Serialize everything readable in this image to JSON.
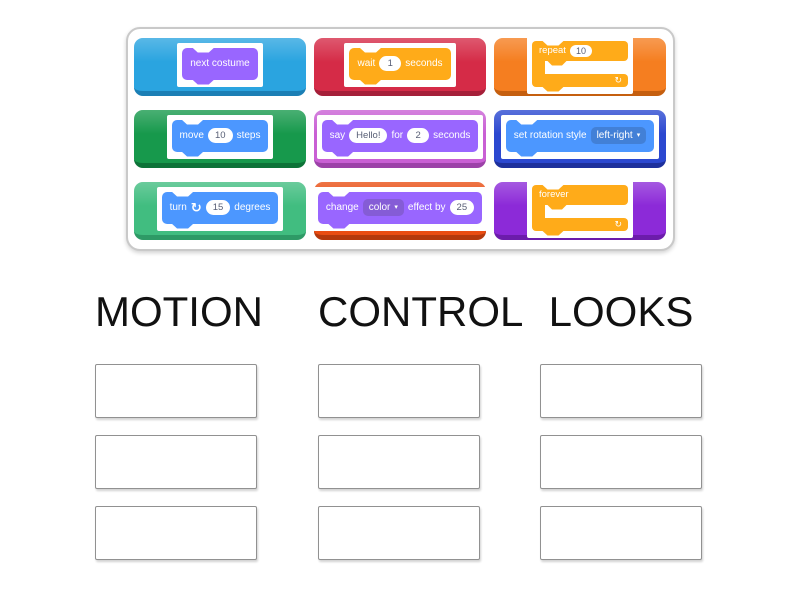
{
  "tray": {
    "tiles": [
      {
        "id": "next-costume",
        "tile_color": "#2aa4e0",
        "tile_color_dark": "#1b7fb5",
        "block": {
          "shape": "stack",
          "color": "#9966FF",
          "parts": [
            {
              "t": "text",
              "v": "next costume"
            }
          ]
        }
      },
      {
        "id": "wait-1-seconds",
        "tile_color": "#d52b47",
        "tile_color_dark": "#a51f39",
        "block": {
          "shape": "stack",
          "color": "#FFAB19",
          "parts": [
            {
              "t": "text",
              "v": "wait"
            },
            {
              "t": "oval",
              "v": "1"
            },
            {
              "t": "text",
              "v": "seconds"
            }
          ]
        }
      },
      {
        "id": "repeat-10",
        "tile_color": "#f57e20",
        "tile_color_dark": "#c55f0f",
        "block": {
          "shape": "c",
          "color": "#FFAB19",
          "loop_icon": "↻",
          "parts": [
            {
              "t": "text",
              "v": "repeat"
            },
            {
              "t": "oval",
              "v": "10"
            }
          ]
        }
      },
      {
        "id": "move-10-steps",
        "tile_color": "#17994c",
        "tile_color_dark": "#0d7338",
        "block": {
          "shape": "stack",
          "color": "#4C97FF",
          "parts": [
            {
              "t": "text",
              "v": "move"
            },
            {
              "t": "oval",
              "v": "10"
            },
            {
              "t": "text",
              "v": "steps"
            }
          ]
        }
      },
      {
        "id": "say-hello-for-2-seconds",
        "tile_color": "#c95fd4",
        "tile_color_dark": "#9c41a8",
        "block": {
          "shape": "stack",
          "color": "#9966FF",
          "parts": [
            {
              "t": "text",
              "v": "say"
            },
            {
              "t": "oval",
              "v": "Hello!"
            },
            {
              "t": "text",
              "v": "for"
            },
            {
              "t": "oval",
              "v": "2"
            },
            {
              "t": "text",
              "v": "seconds"
            }
          ]
        }
      },
      {
        "id": "set-rotation-style",
        "tile_color": "#2b48d0",
        "tile_color_dark": "#1d309c",
        "block": {
          "shape": "stack",
          "color": "#4C97FF",
          "parts": [
            {
              "t": "text",
              "v": "set rotation style"
            },
            {
              "t": "dropdown",
              "v": "left-right",
              "color": "#4280D7",
              "arrow": "▾"
            }
          ]
        }
      },
      {
        "id": "turn-15-degrees",
        "tile_color": "#41bd80",
        "tile_color_dark": "#2e9a66",
        "block": {
          "shape": "stack",
          "color": "#4C97FF",
          "parts": [
            {
              "t": "text",
              "v": "turn"
            },
            {
              "t": "icon",
              "name": "turn-clockwise-icon",
              "v": "↻"
            },
            {
              "t": "oval",
              "v": "15"
            },
            {
              "t": "text",
              "v": "degrees"
            }
          ]
        }
      },
      {
        "id": "change-color-effect-by-25",
        "tile_color": "#e94d12",
        "tile_color_dark": "#b4390c",
        "block": {
          "shape": "stack",
          "color": "#9966FF",
          "parts": [
            {
              "t": "text",
              "v": "change"
            },
            {
              "t": "dropdown",
              "v": "color",
              "color": "#855CD6",
              "arrow": "▾"
            },
            {
              "t": "text",
              "v": "effect by"
            },
            {
              "t": "oval",
              "v": "25"
            }
          ]
        }
      },
      {
        "id": "forever",
        "tile_color": "#8c2ad8",
        "tile_color_dark": "#6c1cab",
        "block": {
          "shape": "c",
          "color": "#FFAB19",
          "loop_icon": "↻",
          "parts": [
            {
              "t": "text",
              "v": "forever"
            }
          ]
        }
      }
    ]
  },
  "groups": [
    {
      "label": "MOTION",
      "slot_count": 3
    },
    {
      "label": "CONTROL",
      "slot_count": 3
    },
    {
      "label": "LOOKS",
      "slot_count": 3
    }
  ]
}
